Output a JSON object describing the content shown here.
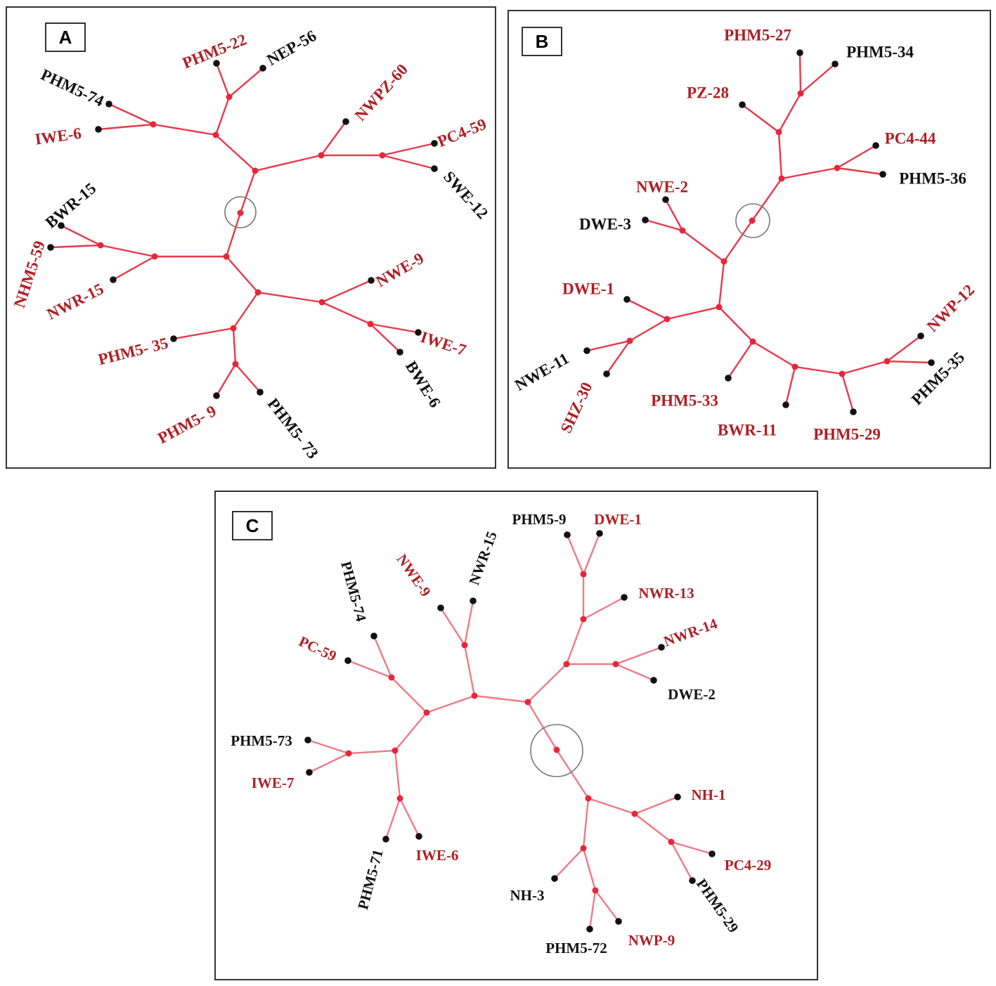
{
  "colors": {
    "branch": "#e8394b",
    "branch_light": "#f07a86",
    "internal_node": "#e8263a",
    "leaf_node": "#111111",
    "label_red": "#b01e23",
    "label_black": "#111111",
    "root_ring": "#777777"
  },
  "panels": [
    {
      "id": "a",
      "tag": "A",
      "internal_nodes": [
        "root",
        "n1",
        "n2",
        "n3",
        "n4",
        "n5",
        "n6",
        "n7",
        "n8",
        "n9",
        "n10",
        "n11",
        "n12",
        "n13",
        "n14"
      ],
      "edges": [
        [
          "root",
          "n1"
        ],
        [
          "n1",
          "n2"
        ],
        [
          "n2",
          "n3"
        ],
        [
          "n3",
          "PHM5-74"
        ],
        [
          "n3",
          "IWE-6"
        ],
        [
          "n2",
          "n4"
        ],
        [
          "n4",
          "PHM5-22"
        ],
        [
          "n4",
          "NEP-56"
        ],
        [
          "n1",
          "n5"
        ],
        [
          "n5",
          "NWPZ-60"
        ],
        [
          "n5",
          "n6"
        ],
        [
          "n6",
          "PC4-59"
        ],
        [
          "n6",
          "SWE-12"
        ],
        [
          "root",
          "n7"
        ],
        [
          "n7",
          "n8"
        ],
        [
          "n8",
          "n9"
        ],
        [
          "n9",
          "BWR-15"
        ],
        [
          "n9",
          "NHM5-59"
        ],
        [
          "n8",
          "NWR-15"
        ],
        [
          "n7",
          "n10"
        ],
        [
          "n10",
          "n11"
        ],
        [
          "n11",
          "NWE-9"
        ],
        [
          "n11",
          "n12"
        ],
        [
          "n12",
          "IWE-7"
        ],
        [
          "n12",
          "BWE-6"
        ],
        [
          "n10",
          "n13"
        ],
        [
          "n13",
          "PHM5- 35"
        ],
        [
          "n13",
          "n14"
        ],
        [
          "n14",
          "PHM5- 9"
        ],
        [
          "n14",
          "PHM5- 73"
        ]
      ],
      "leaves": [
        {
          "id": "PHM5-74",
          "text": "PHM5-74",
          "color": "black"
        },
        {
          "id": "IWE-6",
          "text": "IWE-6",
          "color": "red"
        },
        {
          "id": "PHM5-22",
          "text": "PHM5-22",
          "color": "red"
        },
        {
          "id": "NEP-56",
          "text": "NEP-56",
          "color": "black"
        },
        {
          "id": "NWPZ-60",
          "text": "NWPZ-60",
          "color": "red"
        },
        {
          "id": "PC4-59",
          "text": "PC4-59",
          "color": "red"
        },
        {
          "id": "SWE-12",
          "text": "SWE-12",
          "color": "black"
        },
        {
          "id": "BWR-15",
          "text": "BWR-15",
          "color": "black"
        },
        {
          "id": "NHM5-59",
          "text": "NHM5-59",
          "color": "red"
        },
        {
          "id": "NWR-15",
          "text": "NWR-15",
          "color": "red"
        },
        {
          "id": "NWE-9",
          "text": "NWE-9",
          "color": "red"
        },
        {
          "id": "IWE-7",
          "text": "IWE-7",
          "color": "red"
        },
        {
          "id": "BWE-6",
          "text": "BWE-6",
          "color": "black"
        },
        {
          "id": "PHM5- 35",
          "text": "PHM5- 35",
          "color": "red"
        },
        {
          "id": "PHM5- 9",
          "text": "PHM5- 9",
          "color": "red"
        },
        {
          "id": "PHM5- 73",
          "text": "PHM5- 73",
          "color": "black"
        }
      ]
    },
    {
      "id": "b",
      "tag": "B",
      "internal_nodes": [
        "root",
        "n1",
        "n2",
        "n3",
        "n4",
        "n5",
        "n6",
        "n7",
        "n8",
        "n9",
        "n10",
        "n11",
        "n12",
        "n13",
        "n14"
      ],
      "edges": [
        [
          "root",
          "n1"
        ],
        [
          "n1",
          "n2"
        ],
        [
          "n2",
          "n3"
        ],
        [
          "n3",
          "PHM5-27"
        ],
        [
          "n3",
          "PHM5-34"
        ],
        [
          "n2",
          "PZ-28"
        ],
        [
          "n1",
          "n4"
        ],
        [
          "n4",
          "PC4-44"
        ],
        [
          "n4",
          "PHM5-36"
        ],
        [
          "root",
          "n5"
        ],
        [
          "n5",
          "n6"
        ],
        [
          "n6",
          "NWE-2"
        ],
        [
          "n6",
          "DWE-3"
        ],
        [
          "n5",
          "n7"
        ],
        [
          "n7",
          "n8"
        ],
        [
          "n8",
          "DWE-1"
        ],
        [
          "n8",
          "n9"
        ],
        [
          "n9",
          "NWE-11"
        ],
        [
          "n9",
          "SHZ-30"
        ],
        [
          "n7",
          "n10"
        ],
        [
          "n10",
          "PHM5-33"
        ],
        [
          "n10",
          "n11"
        ],
        [
          "n11",
          "BWR-11"
        ],
        [
          "n11",
          "n12"
        ],
        [
          "n12",
          "PHM5-29"
        ],
        [
          "n12",
          "n13"
        ],
        [
          "n13",
          "NWP-12"
        ],
        [
          "n13",
          "PHM5-35"
        ]
      ],
      "leaves": [
        {
          "id": "PHM5-27",
          "text": "PHM5-27",
          "color": "red"
        },
        {
          "id": "PHM5-34",
          "text": "PHM5-34",
          "color": "black"
        },
        {
          "id": "PZ-28",
          "text": "PZ-28",
          "color": "red"
        },
        {
          "id": "PC4-44",
          "text": "PC4-44",
          "color": "red"
        },
        {
          "id": "PHM5-36",
          "text": "PHM5-36",
          "color": "black"
        },
        {
          "id": "NWE-2",
          "text": "NWE-2",
          "color": "red"
        },
        {
          "id": "DWE-3",
          "text": "DWE-3",
          "color": "black"
        },
        {
          "id": "DWE-1",
          "text": "DWE-1",
          "color": "red"
        },
        {
          "id": "NWE-11",
          "text": "NWE-11",
          "color": "black"
        },
        {
          "id": "SHZ-30",
          "text": "SHZ-30",
          "color": "red"
        },
        {
          "id": "PHM5-33",
          "text": "PHM5-33",
          "color": "red"
        },
        {
          "id": "BWR-11",
          "text": "BWR-11",
          "color": "red"
        },
        {
          "id": "PHM5-29",
          "text": "PHM5-29",
          "color": "red"
        },
        {
          "id": "NWP-12",
          "text": "NWP-12",
          "color": "red"
        },
        {
          "id": "PHM5-35",
          "text": "PHM5-35",
          "color": "black"
        }
      ]
    },
    {
      "id": "c",
      "tag": "C",
      "internal_nodes": [
        "root",
        "n1",
        "n2",
        "n3",
        "n4",
        "n5",
        "n6",
        "n7",
        "n8",
        "n9",
        "n10",
        "n11",
        "n12",
        "n13",
        "n14",
        "n15",
        "n16",
        "n17",
        "n18"
      ],
      "edges": [
        [
          "root",
          "n1"
        ],
        [
          "n1",
          "n2"
        ],
        [
          "n2",
          "n3"
        ],
        [
          "n3",
          "n4"
        ],
        [
          "n4",
          "PHM5-9"
        ],
        [
          "n4",
          "DWE-1"
        ],
        [
          "n3",
          "NWR-13"
        ],
        [
          "n2",
          "n5"
        ],
        [
          "n5",
          "NWR-14"
        ],
        [
          "n5",
          "DWE-2"
        ],
        [
          "n1",
          "n6"
        ],
        [
          "n6",
          "n7"
        ],
        [
          "n7",
          "NWE-9"
        ],
        [
          "n7",
          "NWR-15"
        ],
        [
          "n6",
          "n8"
        ],
        [
          "n8",
          "n9"
        ],
        [
          "n9",
          "PHM5-74"
        ],
        [
          "n9",
          "PC-59"
        ],
        [
          "n8",
          "n10"
        ],
        [
          "n10",
          "n11"
        ],
        [
          "n11",
          "PHM5-73"
        ],
        [
          "n11",
          "IWE-7"
        ],
        [
          "n10",
          "n12"
        ],
        [
          "n12",
          "PHM5-71"
        ],
        [
          "n12",
          "IWE-6"
        ],
        [
          "root",
          "n13"
        ],
        [
          "n13",
          "n14"
        ],
        [
          "n14",
          "NH-1"
        ],
        [
          "n14",
          "n15"
        ],
        [
          "n15",
          "PC4-29"
        ],
        [
          "n15",
          "PHM5-29"
        ],
        [
          "n13",
          "n16"
        ],
        [
          "n16",
          "NH-3"
        ],
        [
          "n16",
          "n17"
        ],
        [
          "n17",
          "PHM5-72"
        ],
        [
          "n17",
          "NWP-9"
        ]
      ],
      "leaves": [
        {
          "id": "PHM5-9",
          "text": "PHM5-9",
          "color": "black"
        },
        {
          "id": "DWE-1",
          "text": "DWE-1",
          "color": "red"
        },
        {
          "id": "NWR-13",
          "text": "NWR-13",
          "color": "red"
        },
        {
          "id": "NWR-14",
          "text": "NWR-14",
          "color": "red"
        },
        {
          "id": "DWE-2",
          "text": "DWE-2",
          "color": "black"
        },
        {
          "id": "NWE-9",
          "text": "NWE-9",
          "color": "red"
        },
        {
          "id": "NWR-15",
          "text": "NWR-15",
          "color": "black"
        },
        {
          "id": "PHM5-74",
          "text": "PHM5-74",
          "color": "black"
        },
        {
          "id": "PC-59",
          "text": "PC-59",
          "color": "red"
        },
        {
          "id": "PHM5-73",
          "text": "PHM5-73",
          "color": "black"
        },
        {
          "id": "IWE-7",
          "text": "IWE-7",
          "color": "red"
        },
        {
          "id": "PHM5-71",
          "text": "PHM5-71",
          "color": "black"
        },
        {
          "id": "IWE-6",
          "text": "IWE-6",
          "color": "red"
        },
        {
          "id": "NH-1",
          "text": "NH-1",
          "color": "red"
        },
        {
          "id": "PC4-29",
          "text": "PC4-29",
          "color": "red"
        },
        {
          "id": "PHM5-29",
          "text": "PHM5-29",
          "color": "black"
        },
        {
          "id": "NH-3",
          "text": "NH-3",
          "color": "black"
        },
        {
          "id": "PHM5-72",
          "text": "PHM5-72",
          "color": "black"
        },
        {
          "id": "NWP-9",
          "text": "NWP-9",
          "color": "red"
        }
      ]
    }
  ]
}
